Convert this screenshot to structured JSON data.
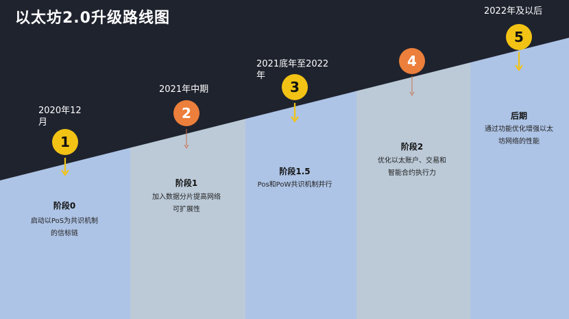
{
  "title": "以太坊2.0升级路线图",
  "colors": {
    "background": "#1f232e",
    "panel_light": "#aec4e6",
    "panel_gray": "#bccad8",
    "yellow": "#f2c314",
    "orange": "#ec7f3b",
    "arrow_yellow": "#f2c314",
    "arrow_orange": "#c9704a"
  },
  "stages": [
    {
      "number": "1",
      "date": "2020年12\n月",
      "name": "阶段0",
      "desc": "启动以PoS为共识机制\n的信标链",
      "color": "yellow"
    },
    {
      "number": "2",
      "date": "2021年中期",
      "name": "阶段1",
      "desc": "加入数据分片提高网络\n可扩展性",
      "color": "orange"
    },
    {
      "number": "3",
      "date": "2021底年至2022\n年",
      "name": "阶段1.5",
      "desc": "Pos和PoW共识机制并行",
      "color": "yellow"
    },
    {
      "number": "4",
      "date": "",
      "name": "阶段2",
      "desc": "优化以太账户、交易和\n智能合约执行力",
      "color": "orange"
    },
    {
      "number": "5",
      "date": "2022年及以后",
      "name": "后期",
      "desc": "通过功能优化增强以太\n坊网络的性能",
      "color": "yellow"
    }
  ]
}
